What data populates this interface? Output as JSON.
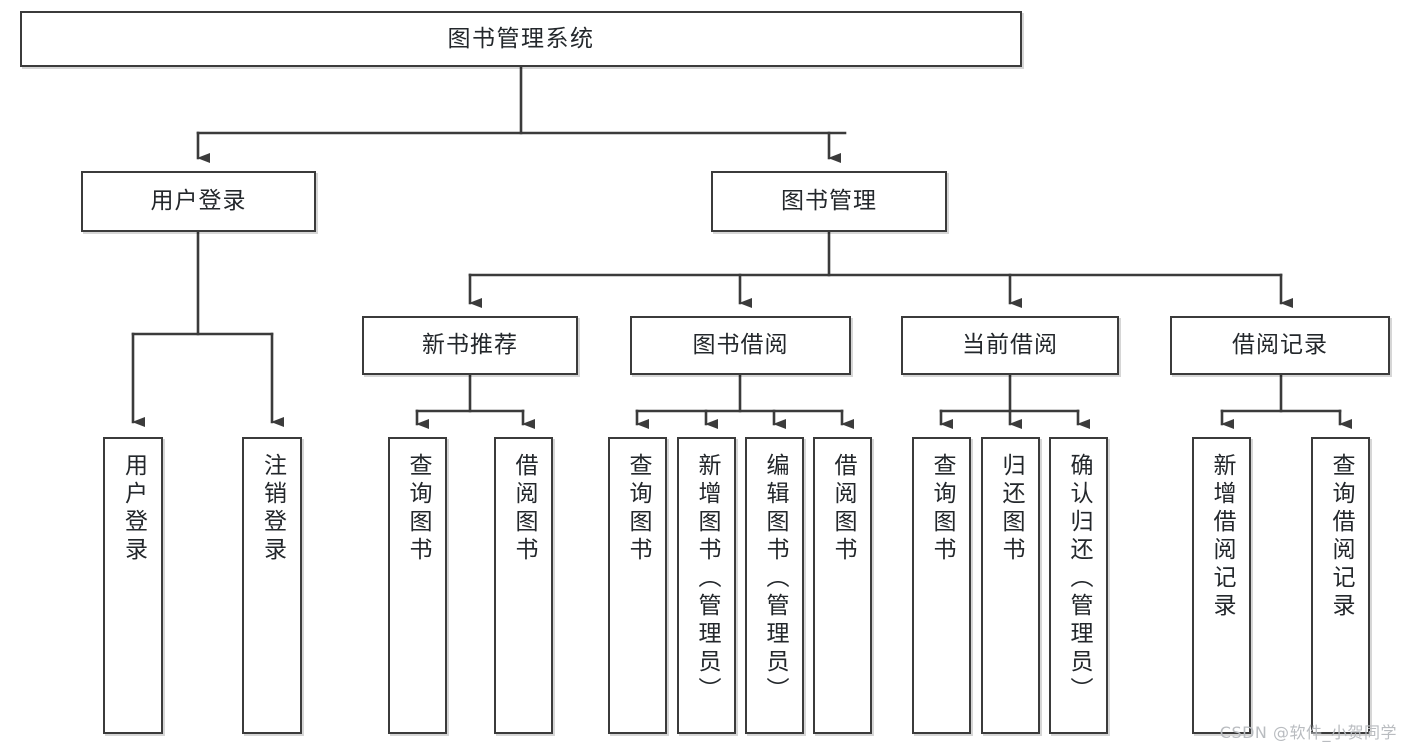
{
  "diagram": {
    "type": "tree-hierarchy",
    "title": "图书管理系统",
    "orientation": "top-down",
    "colors": {
      "node_border": "#3b3b3b",
      "node_fill": "#ffffff",
      "connector": "#3b3b3b",
      "text": "#23272b",
      "watermark": "#b9bcc0",
      "background": "#ffffff"
    }
  },
  "root": {
    "label": "图书管理系统"
  },
  "level2": [
    {
      "label": "用户登录"
    },
    {
      "label": "图书管理"
    }
  ],
  "level3": [
    {
      "label": "新书推荐"
    },
    {
      "label": "图书借阅"
    },
    {
      "label": "当前借阅"
    },
    {
      "label": "借阅记录"
    }
  ],
  "leaves": {
    "user_login": [
      {
        "label": "用户登录"
      },
      {
        "label": "注销登录"
      }
    ],
    "new_book_recommend": [
      {
        "label": "查询图书"
      },
      {
        "label": "借阅图书"
      }
    ],
    "book_borrow": [
      {
        "label": "查询图书"
      },
      {
        "label": "新增图书（管理员）"
      },
      {
        "label": "编辑图书（管理员）"
      },
      {
        "label": "借阅图书"
      }
    ],
    "current_borrow": [
      {
        "label": "查询图书"
      },
      {
        "label": "归还图书"
      },
      {
        "label": "确认归还（管理员）"
      }
    ],
    "borrow_record": [
      {
        "label": "新增借阅记录"
      },
      {
        "label": "查询借阅记录"
      }
    ]
  },
  "watermark": {
    "text": "CSDN @软件_小贺同学"
  }
}
